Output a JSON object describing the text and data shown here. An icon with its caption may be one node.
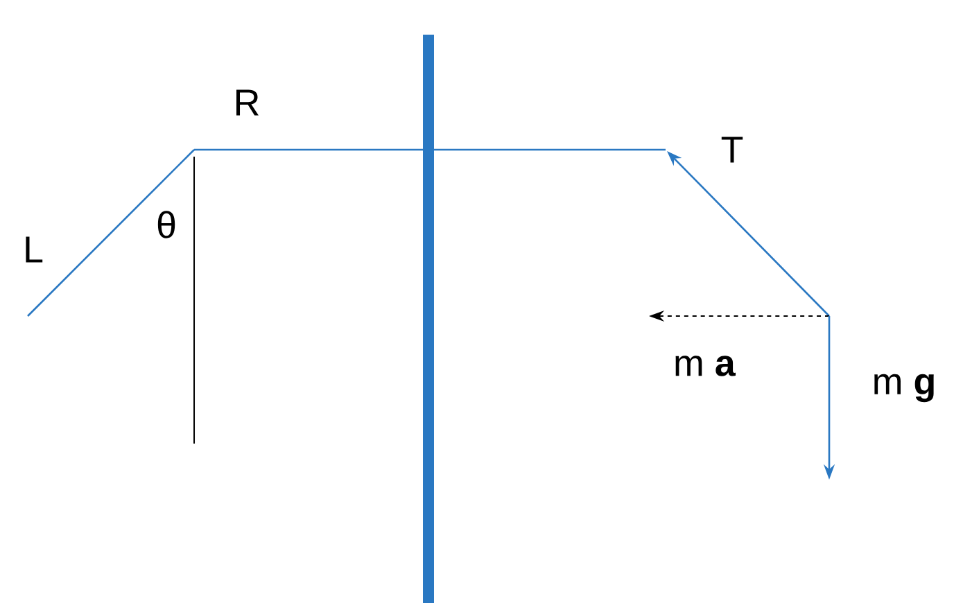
{
  "diagram": {
    "labels": [
      "R",
      "L",
      "θ",
      "T",
      "m **a**",
      "m **g**"
    ]
  }
}
